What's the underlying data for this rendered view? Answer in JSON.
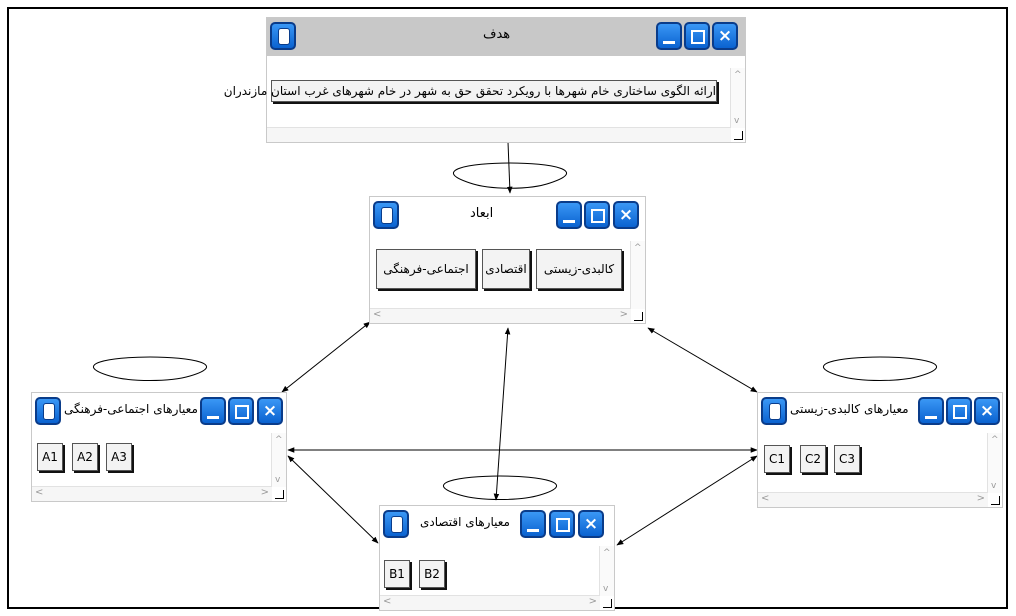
{
  "diagram": {
    "goal": {
      "title": "هدف",
      "item": "ارائه الگوی ساختاری خام شهرها با رویکرد تحقق حق به شهر در خام شهرهای غرب استان مازندران"
    },
    "dimensions": {
      "title": "ابعاد",
      "items": [
        "کالبدی-زیستی",
        "اقتصادی",
        "اجتماعی-فرهنگی"
      ]
    },
    "social": {
      "title": "معیارهای اجتماعی-فرهنگی",
      "items": [
        "A1",
        "A2",
        "A3"
      ]
    },
    "physical": {
      "title": "معیارهای کالبدی-زیستی",
      "items": [
        "C1",
        "C2",
        "C3"
      ]
    },
    "economic": {
      "title": "معیارهای اقتصادی",
      "items": [
        "B1",
        "B2"
      ]
    }
  },
  "window_controls": {
    "close_glyph": "×",
    "scroll_up": "^",
    "scroll_down": "v",
    "scroll_left": "<",
    "scroll_right": ">"
  },
  "colors": {
    "button_blue": "#1a7ae6",
    "title_bar_gray": "#c8c8c8",
    "link_color": "#000000"
  }
}
